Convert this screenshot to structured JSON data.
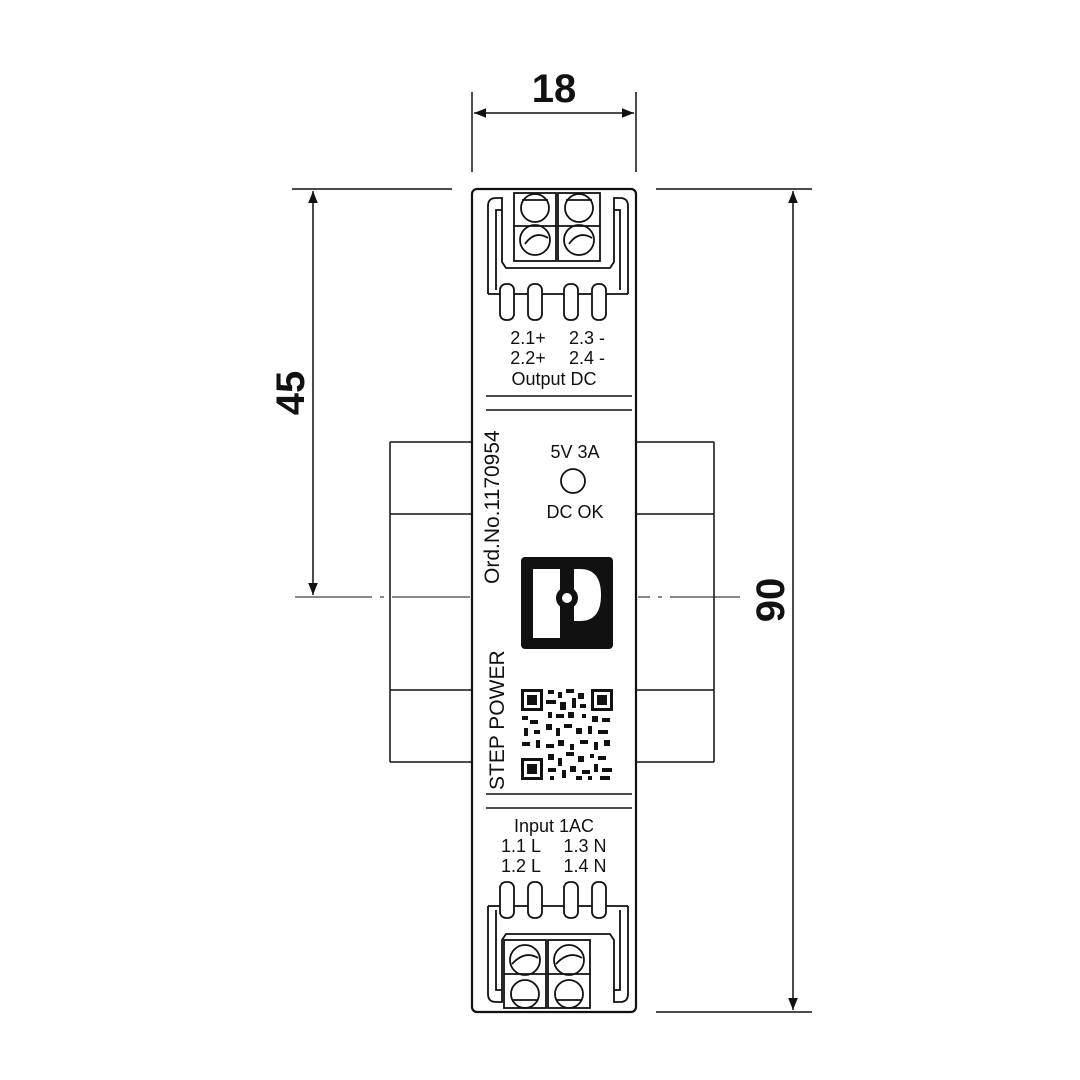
{
  "dimensions": {
    "width": "18",
    "half_height": "45",
    "total_height": "90"
  },
  "output_terminals": {
    "row1_left": "2.1+",
    "row1_right": "2.3 -",
    "row2_left": "2.2+",
    "row2_right": "2.4 -",
    "title": "Output DC"
  },
  "status": {
    "rating": "5V 3A",
    "led_label": "DC OK"
  },
  "product": {
    "name": "STEP POWER",
    "order_number": "Ord.No.1170954"
  },
  "input_terminals": {
    "title": "Input 1AC",
    "row1_left": "1.1 L",
    "row1_right": "1.3 N",
    "row2_left": "1.2 L",
    "row2_right": "1.4 N"
  },
  "icons": {
    "logo": "phoenix-contact-logo",
    "qr": "qr-code-icon",
    "led": "status-led-icon"
  },
  "colors": {
    "line": "#111111",
    "background": "#ffffff"
  }
}
